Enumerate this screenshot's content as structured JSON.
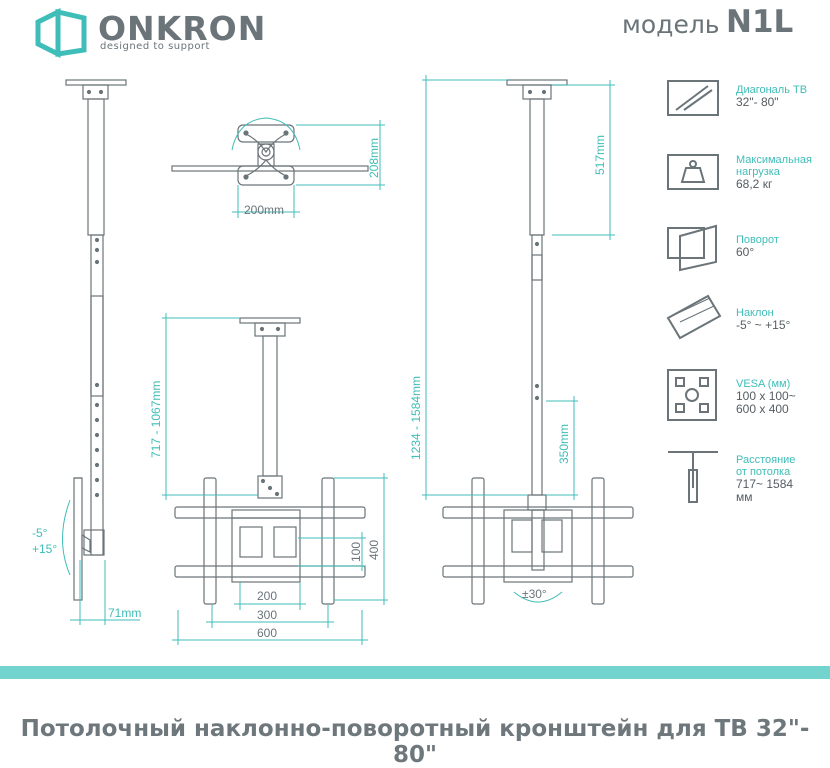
{
  "header": {
    "brand": "ONKRON",
    "tagline": "designed to support",
    "model_label": "модель",
    "model_value": "N1L"
  },
  "specs": [
    {
      "title": "Диагональ ТВ",
      "value": "32\"- 80\"",
      "icon": "tv-diagonal-icon"
    },
    {
      "title": "Максимальная нагрузка",
      "value": "68,2 кг",
      "icon": "weight-icon"
    },
    {
      "title": "Поворот",
      "value": "60°",
      "icon": "swivel-icon"
    },
    {
      "title": "Наклон",
      "value": "-5° ~ +15°",
      "icon": "tilt-icon"
    },
    {
      "title": "VESA (мм)",
      "value": "100 x 100~ 600 x 400",
      "icon": "vesa-icon"
    },
    {
      "title": "Расстояние от потолка",
      "value": "717~ 1584 мм",
      "icon": "ceiling-distance-icon"
    }
  ],
  "dimensions": {
    "ceiling_plate_width": "200mm",
    "ceiling_plate_height": "208mm",
    "tilt_range_neg": "-5°",
    "tilt_range_pos": "+15°",
    "side_depth": "71mm",
    "front_height_range": "717 - 1067mm",
    "front_vesa_100": "100",
    "front_vesa_400": "400",
    "front_vesa_200": "200",
    "front_vesa_300": "300",
    "front_vesa_600": "600",
    "tall_height_range": "1234 - 1584mm",
    "tall_upper_length": "517mm",
    "tall_lower_length": "350mm",
    "swivel_angle": "±30°"
  },
  "colors": {
    "accent": "#3fbdb8",
    "band": "#73d4cf",
    "line": "#6a7479"
  },
  "footer": {
    "caption": "Потолочный наклонно-поворотный кронштейн для ТВ 32\"- 80\""
  }
}
